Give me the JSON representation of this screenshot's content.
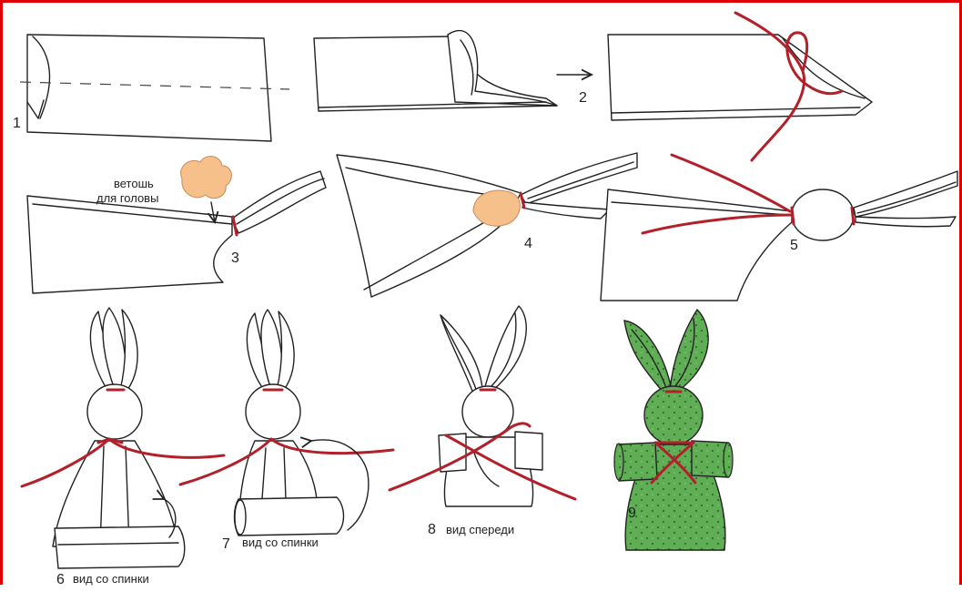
{
  "colors": {
    "frame": "#e00000",
    "thread": "#b3202a",
    "padding": "#f6c08a",
    "green_fabric": "#5fae55",
    "dots": "#2f6b2a"
  },
  "steps": [
    {
      "number": "1",
      "caption": ""
    },
    {
      "number": "2",
      "caption": ""
    },
    {
      "number": "3",
      "caption": ""
    },
    {
      "number": "4",
      "caption": ""
    },
    {
      "number": "5",
      "caption": ""
    },
    {
      "number": "6",
      "caption": "вид со спинки"
    },
    {
      "number": "7",
      "caption": "вид со спинки"
    },
    {
      "number": "8",
      "caption": "вид спереди"
    },
    {
      "number": "9",
      "caption": ""
    }
  ],
  "annotation": {
    "line1": "ветошь",
    "line2": "для головы"
  }
}
